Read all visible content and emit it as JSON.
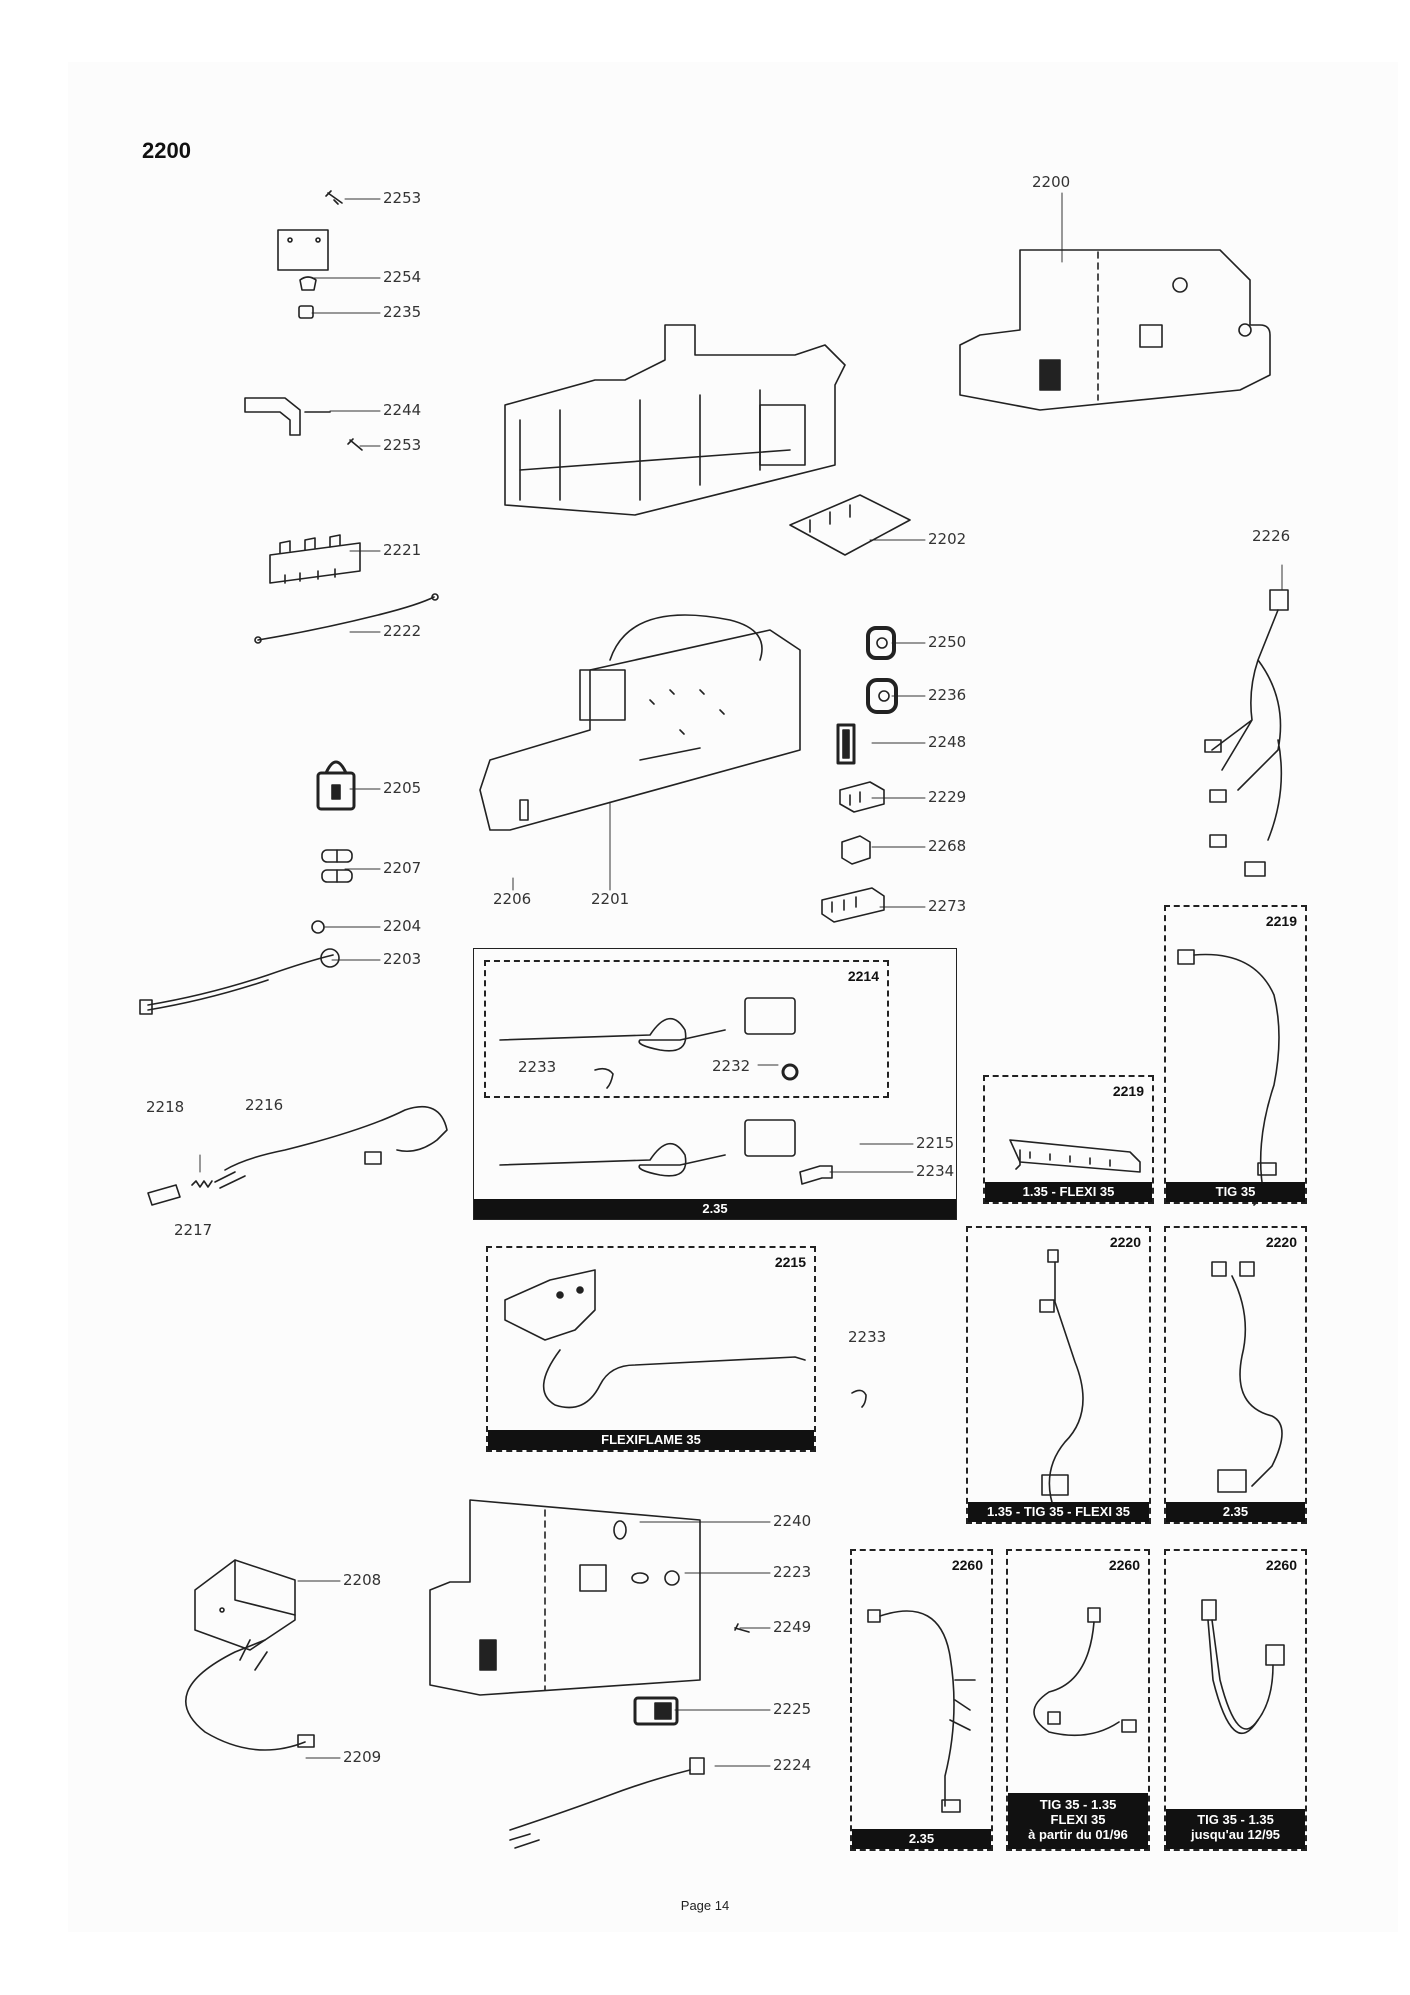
{
  "page": {
    "title": "2200",
    "page_number": "Page 14"
  },
  "callouts": {
    "c2253a": "2253",
    "c2254": "2254",
    "c2235": "2235",
    "c2244": "2244",
    "c2253b": "2253",
    "c2221": "2221",
    "c2222": "2222",
    "c2205": "2205",
    "c2207": "2207",
    "c2204": "2204",
    "c2203": "2203",
    "c2218": "2218",
    "c2216": "2216",
    "c2217": "2217",
    "c2208": "2208",
    "c2209": "2209",
    "c2200": "2200",
    "c2202": "2202",
    "c2226": "2226",
    "c2250": "2250",
    "c2236": "2236",
    "c2248": "2248",
    "c2229": "2229",
    "c2268": "2268",
    "c2273": "2273",
    "c2206": "2206",
    "c2201": "2201",
    "c2233a": "2233",
    "c2232": "2232",
    "c2215a": "2215",
    "c2234": "2234",
    "c2233b": "2233",
    "c2240": "2240",
    "c2223": "2223",
    "c2249": "2249",
    "c2225": "2225",
    "c2224": "2224"
  },
  "boxes": {
    "box_235": {
      "caption": "2.35",
      "inner_tag": "2214"
    },
    "box_flexiflame": {
      "tag": "2215",
      "caption": "FLEXIFLAME 35"
    },
    "box_2219_flexi": {
      "tag": "2219",
      "caption": "1.35 - FLEXI 35"
    },
    "box_2219_tig": {
      "tag": "2219",
      "caption": "TIG 35"
    },
    "box_2220_a": {
      "tag": "2220",
      "caption": "1.35 - TIG 35 - FLEXI 35"
    },
    "box_2220_b": {
      "tag": "2220",
      "caption": "2.35"
    },
    "box_2260_a": {
      "tag": "2260",
      "caption": "2.35"
    },
    "box_2260_b": {
      "tag": "2260",
      "caption_lines": [
        "TIG 35 - 1.35",
        "FLEXI 35",
        "à partir du 01/96"
      ]
    },
    "box_2260_c": {
      "tag": "2260",
      "caption_lines": [
        "TIG 35 - 1.35",
        "jusqu'au 12/95"
      ]
    }
  }
}
